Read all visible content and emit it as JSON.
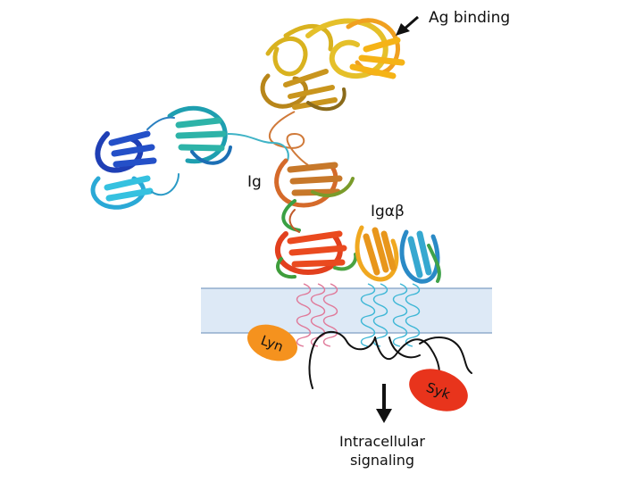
{
  "labels": {
    "ag_binding": "Ag binding",
    "ig": "Ig",
    "ig_alpha_beta": "Igαβ",
    "lyn": "Lyn",
    "syk": "Syk",
    "intracellular_line1": "Intracellular",
    "intracellular_line2": "signaling"
  },
  "colors": {
    "membrane_fill": "#dde9f6",
    "membrane_edge": "#7f9fc4",
    "lyn": "#f5921e",
    "syk": "#e8341c",
    "helix_pink": "#e07a9a",
    "helix_cyan": "#3fb7d6"
  }
}
